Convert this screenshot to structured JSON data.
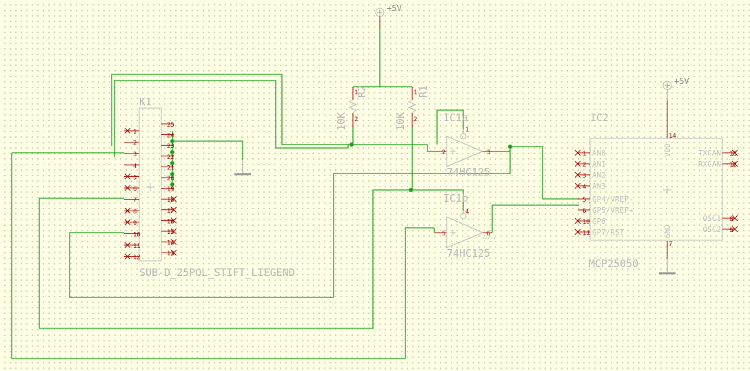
{
  "power": {
    "vcc_label": "+5V",
    "vcc2_label": "+5V"
  },
  "connector": {
    "name": "K1",
    "value": "SUB-D_25POL_STIFT_LIEGEND",
    "left_pins": [
      "1",
      "2",
      "3",
      "4",
      "5",
      "6",
      "7",
      "8",
      "9",
      "10",
      "11",
      "12"
    ],
    "right_pins": [
      "25",
      "24",
      "23",
      "22",
      "21",
      "20",
      "19",
      "18",
      "17",
      "16",
      "15",
      "14",
      "13"
    ]
  },
  "r2": {
    "name": "R2",
    "value": "10K",
    "pin1": "1",
    "pin2": "2"
  },
  "r1": {
    "name": "R1",
    "value": "10K",
    "pin1": "1",
    "pin2": "2"
  },
  "ic1a": {
    "name": "IC1a",
    "value": "74HC125",
    "pin_in": "2",
    "pin_out": "3",
    "pin_en": "1"
  },
  "ic1b": {
    "name": "IC1b",
    "value": "74HC125",
    "pin_in": "5",
    "pin_out": "6",
    "pin_en": "4"
  },
  "ic2": {
    "name": "IC2",
    "value": "MCP25050",
    "left_pins": [
      {
        "num": "1",
        "label": "AN0"
      },
      {
        "num": "2",
        "label": "AN1"
      },
      {
        "num": "3",
        "label": "AN2"
      },
      {
        "num": "4",
        "label": "AN3"
      },
      {
        "num": "5",
        "label": "GP4/VREF-"
      },
      {
        "num": "6",
        "label": "GP5/VREF+"
      },
      {
        "num": "10",
        "label": "GP6"
      },
      {
        "num": "11",
        "label": "GP7/RST"
      }
    ],
    "right_pins": [
      {
        "num": "13",
        "label": "TXCAN"
      },
      {
        "num": "12",
        "label": "RXCAN"
      },
      {
        "num": "8",
        "label": "OSC1"
      },
      {
        "num": "9",
        "label": "OSC2"
      }
    ],
    "vdd_label": "VDD",
    "vdd_pin": "14",
    "gnd_label": "GND",
    "gnd_pin": "7"
  }
}
